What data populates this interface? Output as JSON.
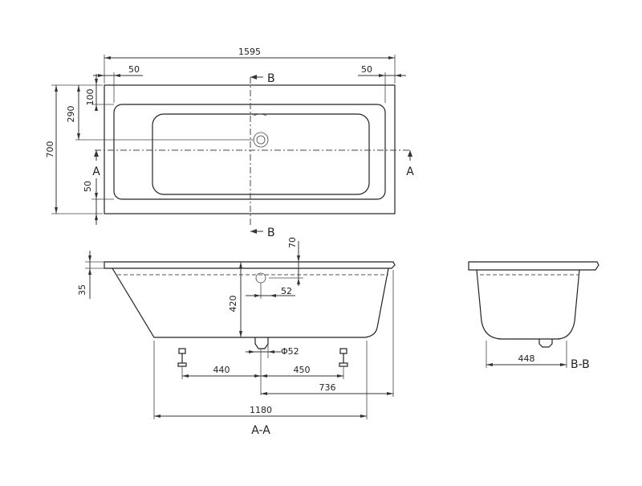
{
  "dimensions": {
    "top_length": "1595",
    "left_rim": "50",
    "right_rim": "50",
    "width_total": "700",
    "drain_offset": "290",
    "inner_rim": "100",
    "lower_rim": "50",
    "rim_height": "70",
    "side_rim": "35",
    "depth": "420",
    "drain_gap": "52",
    "drain_diameter": "Φ52",
    "leg_left": "440",
    "leg_right": "450",
    "drain_to_end": "736",
    "base_length": "1180",
    "section_bb_width": "448"
  },
  "section_labels": {
    "b_top": "B",
    "b_bottom": "B",
    "a_left": "A",
    "a_right": "A",
    "view_aa": "A-A",
    "view_bb": "B-B"
  }
}
